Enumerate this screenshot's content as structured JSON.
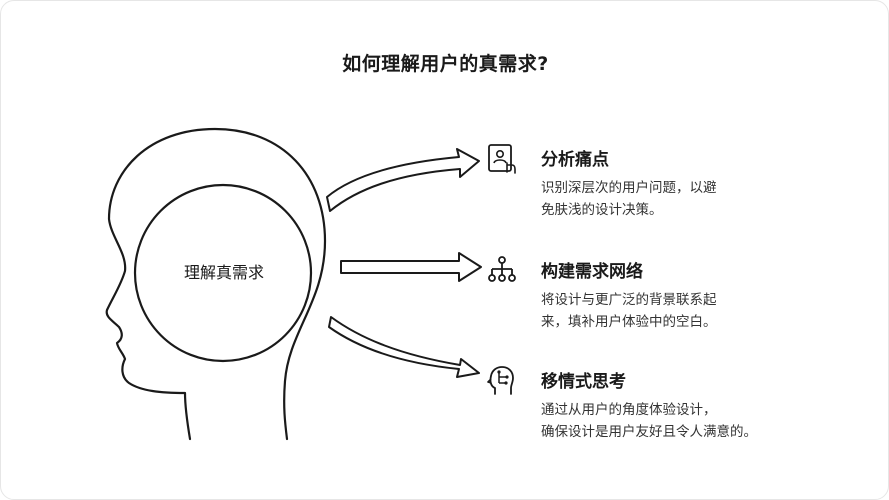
{
  "title": "如何理解用户的真需求?",
  "center_label": "理解真需求",
  "items": [
    {
      "icon": "user-profile-touch-icon",
      "title": "分析痛点",
      "desc_lines": [
        "识别深层次的用户问题，以避",
        "免肤浅的设计决策。"
      ]
    },
    {
      "icon": "network-hierarchy-icon",
      "title": "构建需求网络",
      "desc_lines": [
        "将设计与更广泛的背景联系起",
        "来，填补用户体验中的空白。"
      ]
    },
    {
      "icon": "head-brain-circuit-icon",
      "title": "移情式思考",
      "desc_lines": [
        "通过从用户的角度体验设计，",
        "确保设计是用户友好且令人满意的。"
      ]
    }
  ],
  "colors": {
    "stroke": "#1a1a1a",
    "background": "#ffffff"
  }
}
